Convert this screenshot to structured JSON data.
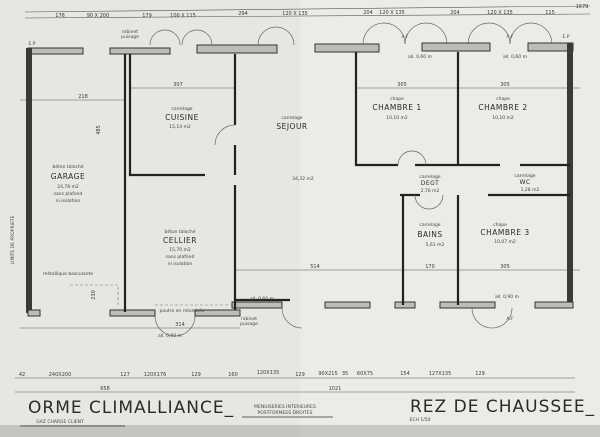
{
  "plan": {
    "title": "REZ DE CHAUSSEE_",
    "scale": "ECH 1/50",
    "brand": "ORME CLIMALLIANCE_",
    "brand_note": "GAZ CHARGE CLIENT",
    "joinery_note_1": "MENUISERIES INTERIEURES",
    "joinery_note_2": "POSTFORMEES DROITES",
    "property_limit": "LIMITE DE PROPRIETE",
    "total_width": "1679",
    "left_total": "658",
    "right_total": "1021",
    "top_dims": [
      "176",
      "90 X 200",
      "179",
      "100 X 115",
      "294",
      "120 X 135",
      "204",
      "120 X 135",
      "204",
      "120 X 135",
      "115"
    ],
    "bottom_dims": [
      "42",
      "240X200",
      "127",
      "120X176",
      "129",
      "160",
      "120X135",
      "129",
      "90X215",
      "35",
      "60X75",
      "154",
      "127X135",
      "129"
    ],
    "ep_label": "E.P",
    "af_label": "A.F",
    "tap_label_1": "robinet",
    "tap_label_2": "puisage",
    "sill_label": "all. 0,60 m",
    "sill_label_2": "all. 0,90 m",
    "garage_door": "métallique basculante",
    "beam": "poutre en retombée",
    "rooms": {
      "garage": {
        "finish": "béton taloché",
        "name": "GARAGE",
        "area": "24,78 m2",
        "note1": "sans plafond",
        "note2": "ni isolation"
      },
      "cuisine": {
        "finish": "carrelage",
        "name": "CUISINE",
        "area": "15,14 m2"
      },
      "sejour": {
        "finish": "carrelage",
        "name": "SEJOUR",
        "area": "34,32 m2"
      },
      "cellier": {
        "finish": "béton taloché",
        "name": "CELLIER",
        "area": "15,70 m2",
        "note1": "sans plafond",
        "note2": "ni isolation"
      },
      "chambre1": {
        "finish": "chape",
        "name": "CHAMBRE 1",
        "area": "10,10 m2"
      },
      "chambre2": {
        "finish": "chape",
        "name": "CHAMBRE 2",
        "area": "10,10 m2"
      },
      "degt": {
        "finish": "carrelage",
        "name": "DEGT",
        "area": "2,76 m2"
      },
      "wc": {
        "finish": "carrelage",
        "name": "WC",
        "area": "1,28 m2"
      },
      "bains": {
        "finish": "carrelage",
        "name": "BAINS",
        "area": "5,61 m2"
      },
      "chambre3": {
        "finish": "chape",
        "name": "CHAMBRE 3",
        "area": "10,07 m2"
      }
    },
    "inner_dims": {
      "cuisine_w": "307",
      "chambre_w": "305",
      "bains_w": "170",
      "sejour_w": "514",
      "cellier_w": "314",
      "garage_w": "218",
      "garage_h": "485",
      "garage_door_h": "230"
    }
  }
}
